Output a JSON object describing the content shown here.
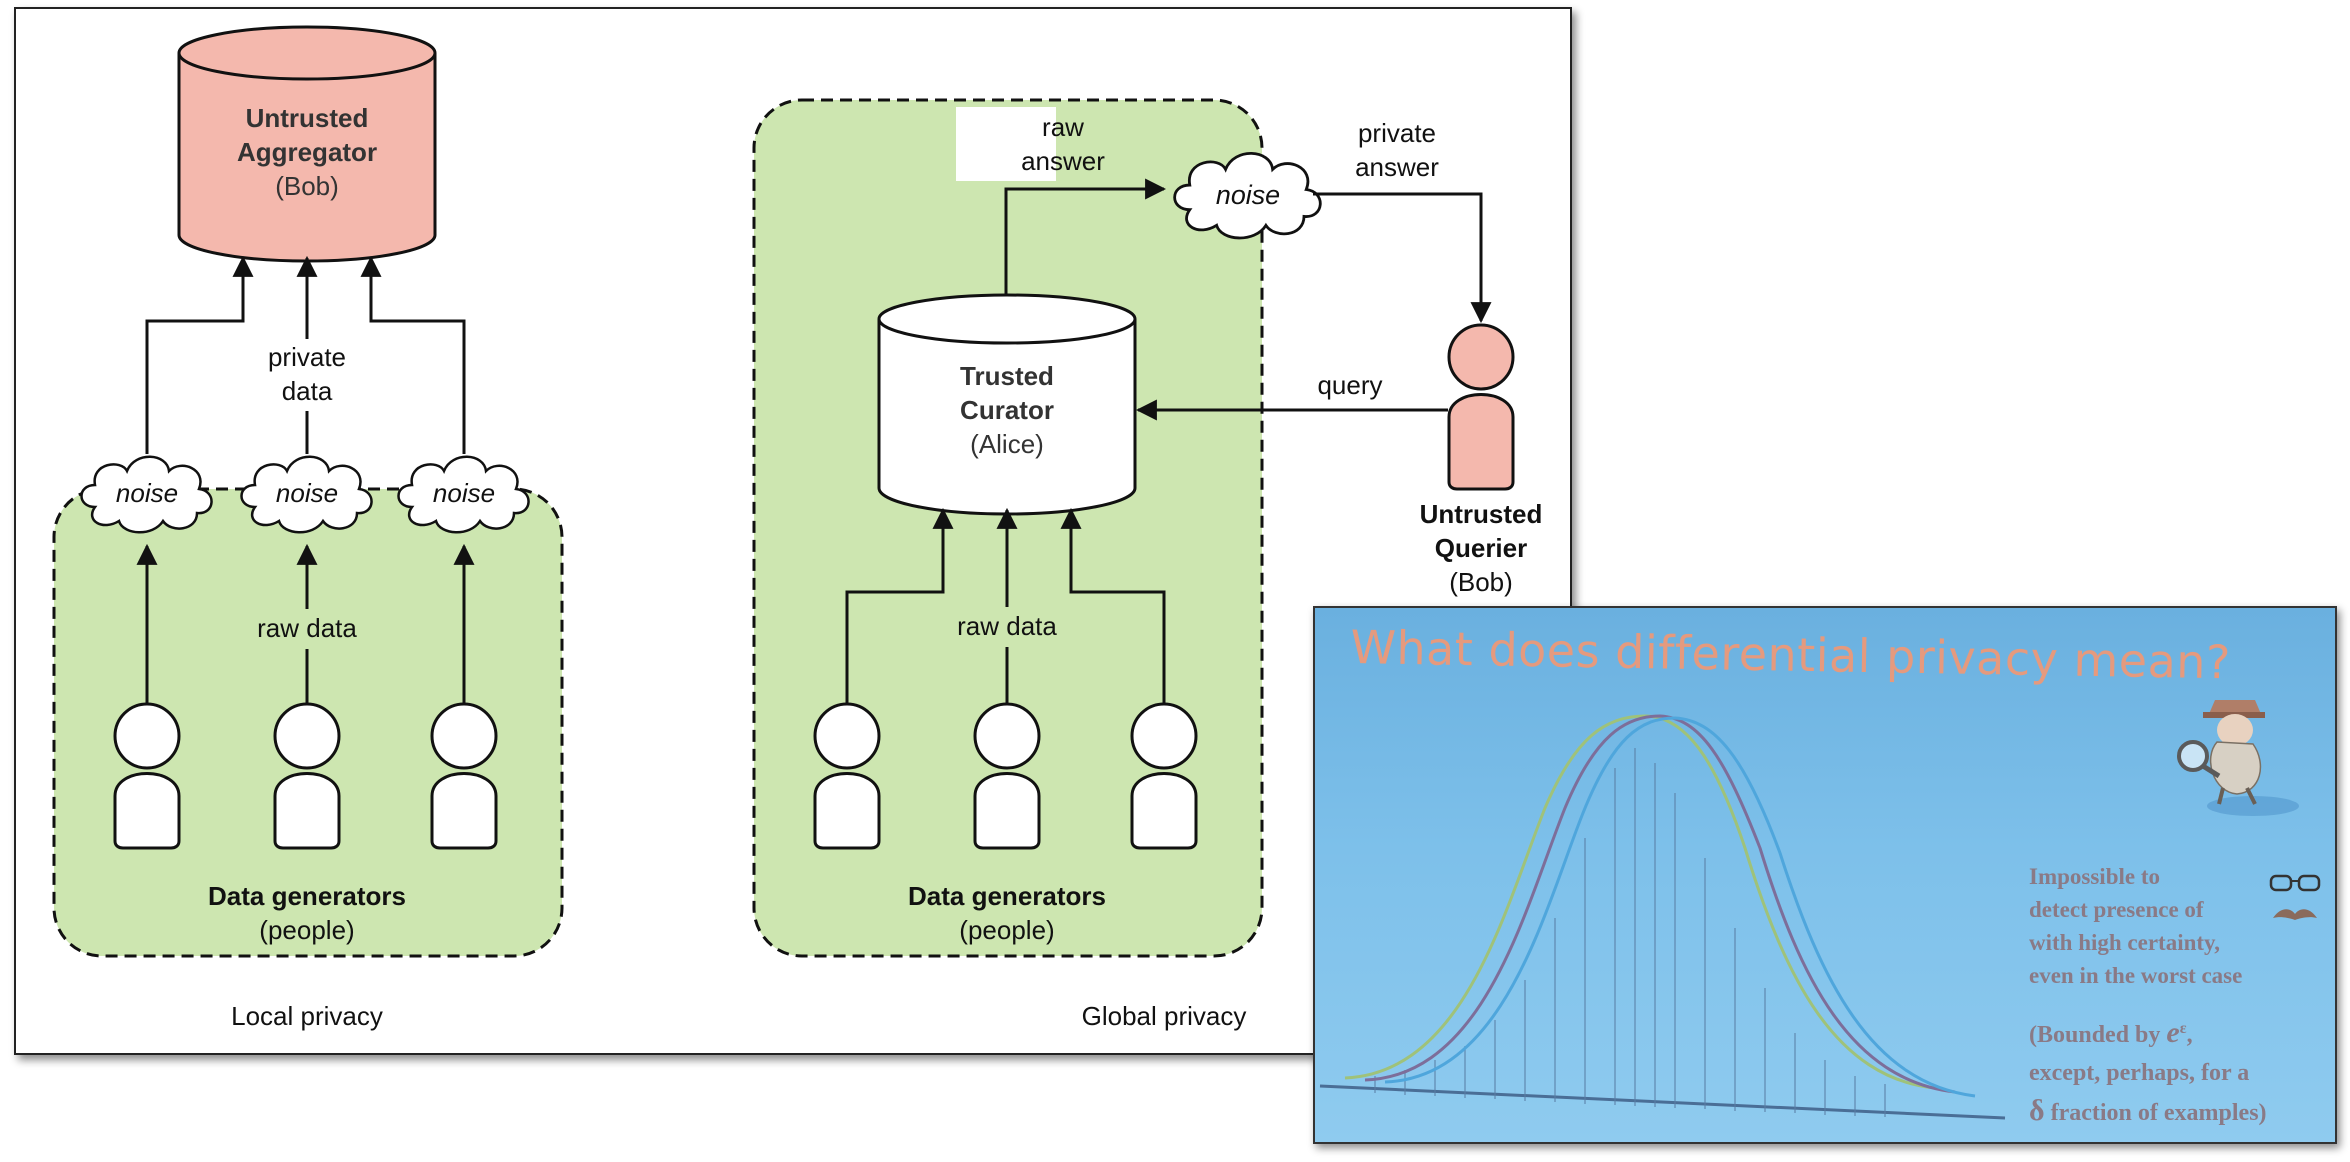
{
  "local": {
    "aggregator": {
      "title_line1": "Untrusted",
      "title_line2": "Aggregator",
      "owner": "(Bob)"
    },
    "noise_label": "noise",
    "private_data_line1": "private",
    "private_data_line2": "data",
    "raw_data": "raw data",
    "generators_title": "Data generators",
    "generators_sub": "(people)",
    "caption": "Local privacy"
  },
  "global": {
    "curator": {
      "title_line1": "Trusted",
      "title_line2": "Curator",
      "owner": "(Alice)"
    },
    "raw_answer_line1": "raw",
    "raw_answer_line2": "answer",
    "noise_label": "noise",
    "private_answer_line1": "private",
    "private_answer_line2": "answer",
    "query": "query",
    "querier": {
      "title_line1": "Untrusted",
      "title_line2": "Querier",
      "owner": "(Bob)"
    },
    "raw_data": "raw data",
    "generators_title": "Data generators",
    "generators_sub": "(people)",
    "caption": "Global privacy"
  },
  "slide": {
    "title": "What does differential privacy mean?",
    "text_lines": [
      "Impossible to",
      "detect presence of",
      "with high certainty,",
      "even in the worst case"
    ],
    "bound_prefix": "(Bounded by ",
    "bound_symbol": "e",
    "bound_exponent": "ε",
    "bound_suffix": ",",
    "bound_line2": "except, perhaps, for a",
    "bound_delta": "δ",
    "bound_line3": " fraction of examples)",
    "icons": [
      "spy-detective-icon",
      "glasses-mustache-icon"
    ]
  },
  "colors": {
    "green_zone": "#cde6b0",
    "untrusted_fill": "#f4b8ad",
    "slide_title": "#e59a7e",
    "curve_green": "#9fc27a",
    "curve_purple": "#7d6e9a",
    "curve_blue": "#4fa6dc"
  }
}
